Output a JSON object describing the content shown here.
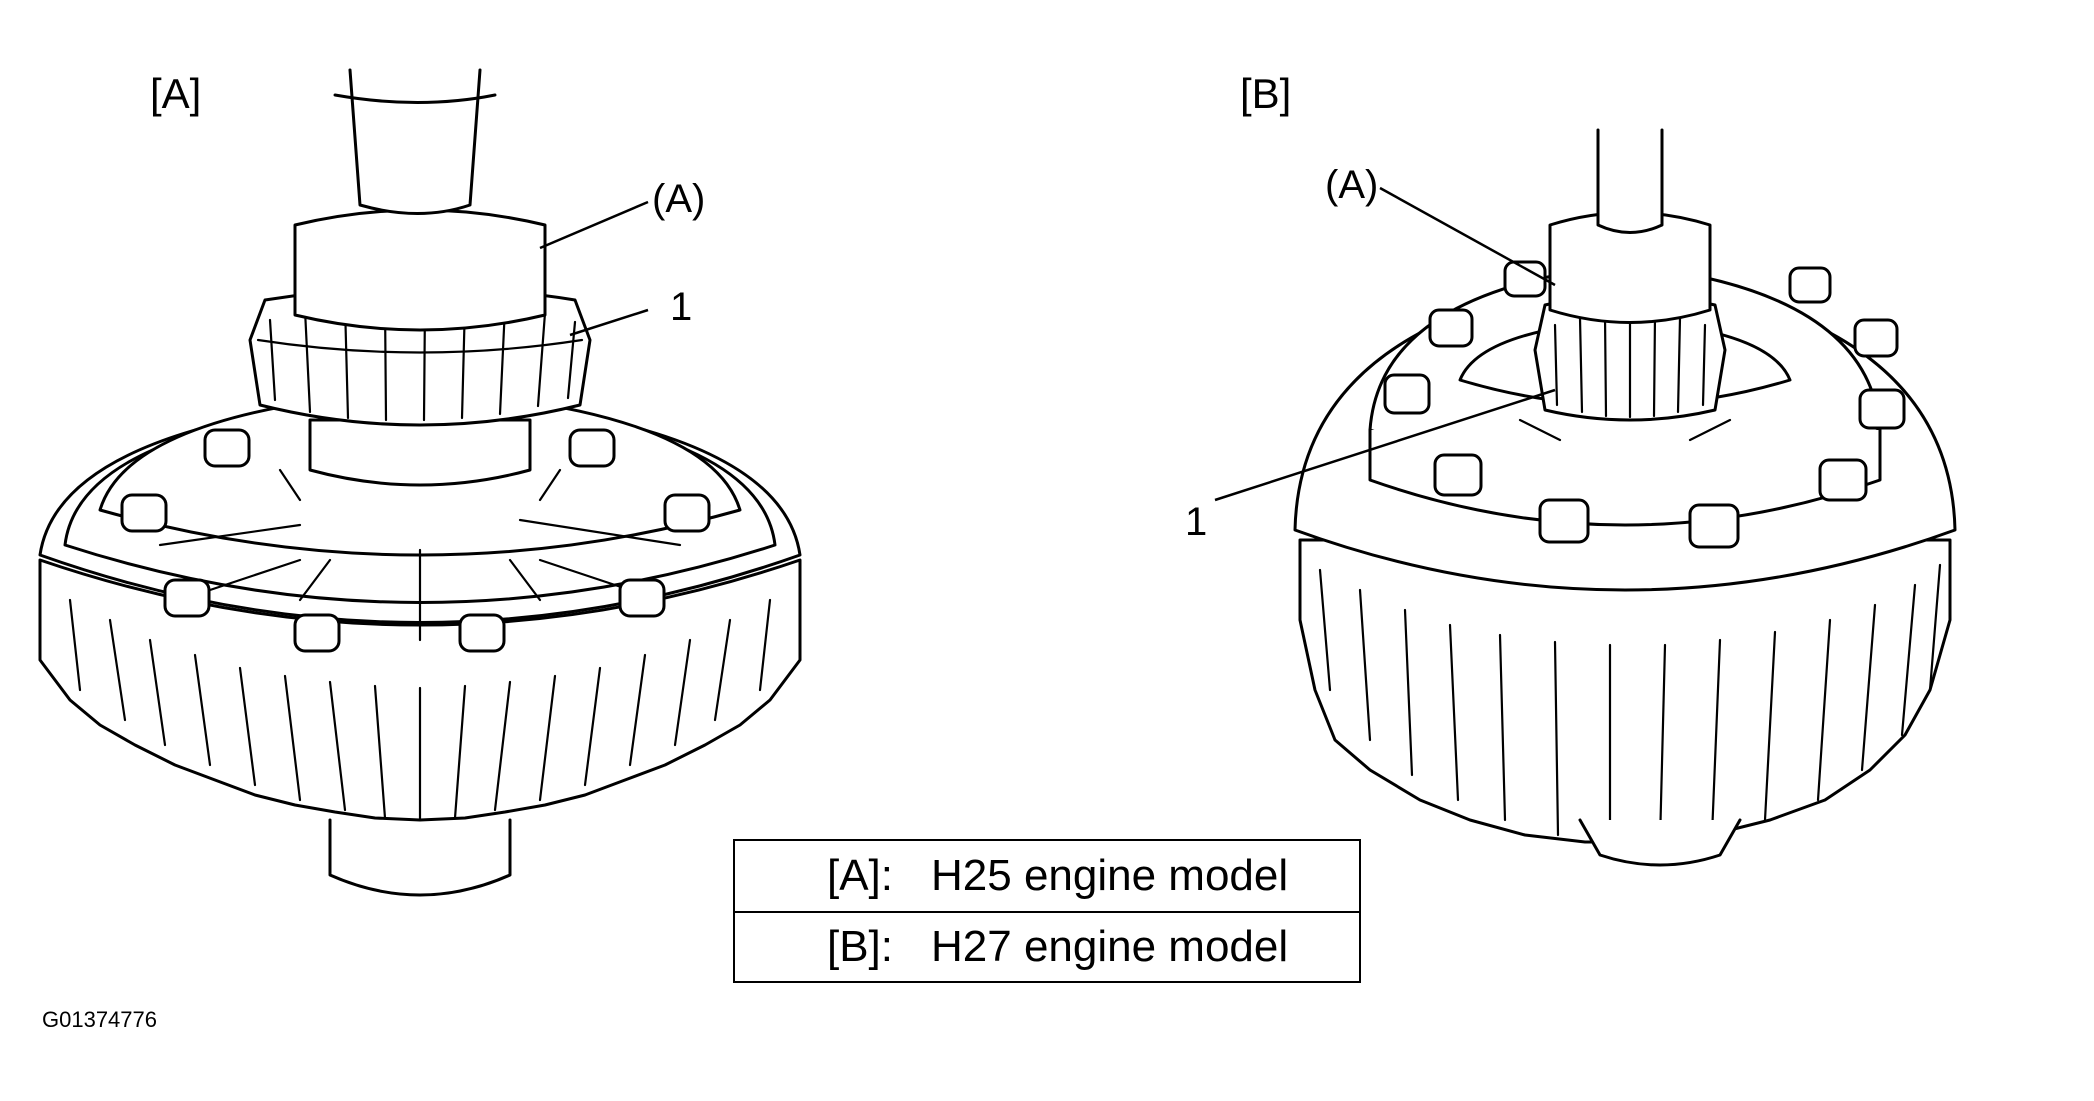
{
  "panels": {
    "a": {
      "tag": "[A]",
      "tool_label": "(A)",
      "part_label": "1"
    },
    "b": {
      "tag": "[B]",
      "tool_label": "(A)",
      "part_label": "1"
    }
  },
  "legend": [
    {
      "key": "[A]:",
      "text": "H25 engine model"
    },
    {
      "key": "[B]:",
      "text": "H27 engine model"
    }
  ],
  "figure_id": "G01374776"
}
